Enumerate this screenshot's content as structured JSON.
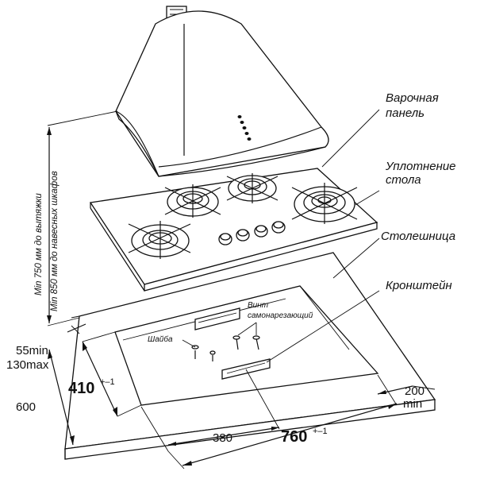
{
  "labels": {
    "hob_line1": "Варочная",
    "hob_line2": "панель",
    "seal_line1": "Уплотнение",
    "seal_line2": "стола",
    "countertop": "Столешница",
    "bracket": "Кронштейн",
    "screw_line1": "Винт",
    "screw_line2": "самонарезающий",
    "washer": "Шайба",
    "min_hood": "Min 750 мм до вытяжки",
    "min_cabinets": "Min 850 мм до навесных шкафов"
  },
  "dimensions": {
    "edge_min": "55min",
    "edge_max": "130max",
    "depth_cutout": "410",
    "depth_tol": "+–1",
    "depth_total": "600",
    "screw_spacing": "380",
    "width_cutout": "760",
    "width_tol": "+–1",
    "side_clear_value": "200",
    "side_clear_unit": "min"
  }
}
